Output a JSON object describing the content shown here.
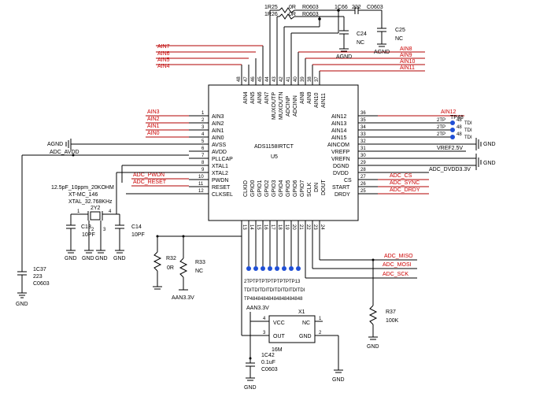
{
  "ic": {
    "name": "ADS1158IRTCT",
    "ref": "U5",
    "left_pins": [
      {
        "num": "1",
        "name": "AIN3",
        "net": "AIN3"
      },
      {
        "num": "2",
        "name": "AIN2",
        "net": "AIN2"
      },
      {
        "num": "3",
        "name": "AIN1",
        "net": "AIN1"
      },
      {
        "num": "4",
        "name": "AIN0",
        "net": "AIN0"
      },
      {
        "num": "5",
        "name": "AVSS",
        "net": ""
      },
      {
        "num": "6",
        "name": "AVDD",
        "net": ""
      },
      {
        "num": "7",
        "name": "PLLCAP",
        "net": ""
      },
      {
        "num": "8",
        "name": "XTAL1",
        "net": ""
      },
      {
        "num": "9",
        "name": "XTAL2",
        "net": ""
      },
      {
        "num": "10",
        "name": "PWDN",
        "net": "ADC_PWDN"
      },
      {
        "num": "11",
        "name": "RESET",
        "net": "ADC_RESET"
      },
      {
        "num": "12",
        "name": "CLKSEL",
        "net": ""
      }
    ],
    "right_pins": [
      {
        "num": "36",
        "name": "AIN12",
        "net": "AIN12"
      },
      {
        "num": "35",
        "name": "AIN13",
        "net": ""
      },
      {
        "num": "34",
        "name": "AIN14",
        "net": ""
      },
      {
        "num": "33",
        "name": "AIN15",
        "net": ""
      },
      {
        "num": "32",
        "name": "AINCOM",
        "net": ""
      },
      {
        "num": "31",
        "name": "VREFP",
        "net": "VREF2.5V"
      },
      {
        "num": "30",
        "name": "VREFN",
        "net": ""
      },
      {
        "num": "29",
        "name": "DGND",
        "net": ""
      },
      {
        "num": "28",
        "name": "DVDD",
        "net": "ADC_DVDD3.3V"
      },
      {
        "num": "27",
        "name": "CS",
        "net": "ADC_CS"
      },
      {
        "num": "26",
        "name": "START",
        "net": "ADC_SYNC"
      },
      {
        "num": "25",
        "name": "DRDY",
        "net": "ADC_DRDY"
      }
    ],
    "top_pins": [
      {
        "num": "48",
        "name": "AIN4",
        "net": "AIN4"
      },
      {
        "num": "47",
        "name": "AIN5",
        "net": "AIN5"
      },
      {
        "num": "46",
        "name": "AIN6",
        "net": "AIN6"
      },
      {
        "num": "45",
        "name": "AIN7",
        "net": "AIN7"
      },
      {
        "num": "44",
        "name": "MUXOUTP",
        "net": ""
      },
      {
        "num": "43",
        "name": "MUXOUTN",
        "net": ""
      },
      {
        "num": "42",
        "name": "ADCINP",
        "net": ""
      },
      {
        "num": "41",
        "name": "ADCINN",
        "net": ""
      },
      {
        "num": "40",
        "name": "AIN8",
        "net": "AIN8"
      },
      {
        "num": "39",
        "name": "AIN9",
        "net": "AIN9"
      },
      {
        "num": "38",
        "name": "AIN10",
        "net": "AIN10"
      },
      {
        "num": "37",
        "name": "AIN11",
        "net": "AIN11"
      }
    ],
    "bottom_pins": [
      {
        "num": "13",
        "name": "CLKIO"
      },
      {
        "num": "14",
        "name": "GPIO0"
      },
      {
        "num": "15",
        "name": "GPIO1"
      },
      {
        "num": "16",
        "name": "GPIO2"
      },
      {
        "num": "17",
        "name": "GPIO3"
      },
      {
        "num": "18",
        "name": "GPIO4"
      },
      {
        "num": "19",
        "name": "GPIO5"
      },
      {
        "num": "20",
        "name": "GPIO6"
      },
      {
        "num": "21",
        "name": "GPIO7"
      },
      {
        "num": "22",
        "name": "SCLK"
      },
      {
        "num": "23",
        "name": "DIN"
      },
      {
        "num": "24",
        "name": "DOUT"
      }
    ]
  },
  "nets": {
    "agnd": "AGND",
    "adc_avdd": "ADC_AVDD",
    "adc_miso": "ADC_MISO",
    "adc_mosi": "ADC_MOSI",
    "adc_sck": "ADC_SCK",
    "gnd": "GND",
    "aan33": "AAN3.3V"
  },
  "parts": {
    "r25": {
      "ref": "1R25",
      "value": "0R",
      "pkg": "R0603"
    },
    "r26": {
      "ref": "1R26",
      "value": "0R",
      "pkg": "R0603"
    },
    "c66": {
      "ref": "1C66",
      "value": "222",
      "pkg": "C0603"
    },
    "c24": {
      "ref": "C24",
      "value": "NC"
    },
    "c25": {
      "ref": "C25",
      "value": "NC"
    },
    "c37": {
      "ref": "1C37",
      "value": "223",
      "pkg": "C0603"
    },
    "crystal": {
      "spec1": "12.5pF_10ppm_20KOHM",
      "spec2": "XT-MC_146",
      "spec3": "XTAL_32.768KHz",
      "ref": "2Y2",
      "pin1": "1",
      "pin4": "4",
      "pin2": "2",
      "pin3": "3"
    },
    "c13": {
      "ref": "C13",
      "value": "10PF"
    },
    "c14": {
      "ref": "C14",
      "value": "10PF"
    },
    "r32": {
      "ref": "R32",
      "value": "0R"
    },
    "r33": {
      "ref": "R33",
      "value": "NC"
    },
    "r37": {
      "ref": "R37",
      "value": "100K"
    },
    "x1": {
      "ref": "X1",
      "pin_vcc": "VCC",
      "pin_out": "OUT",
      "pin_nc": "NC",
      "pin_gnd": "GND",
      "n1": "1",
      "n2": "2",
      "n3": "3",
      "n4": "4",
      "freq": "16M"
    },
    "c42": {
      "ref": "1C42",
      "value": "0.1uF",
      "pkg": "C0603"
    }
  },
  "testpoints": {
    "tp1": [
      "2TP",
      "2TP",
      "2TP"
    ],
    "tp2": [
      "48",
      "48",
      "48"
    ],
    "tp3": [
      "TDI",
      "TDI",
      "TDI"
    ],
    "tp_top": "TP48",
    "gpio_row1": "2TPTPTPTPTPTPTPTP13",
    "gpio_row2": "TDITDITDITDITDITDITDITDI",
    "gpio_row3": "TP48484848484848484848"
  },
  "colors": {
    "wire": "#000000",
    "net_red": "#cc0000",
    "testpoint": "#1f4fd6"
  }
}
